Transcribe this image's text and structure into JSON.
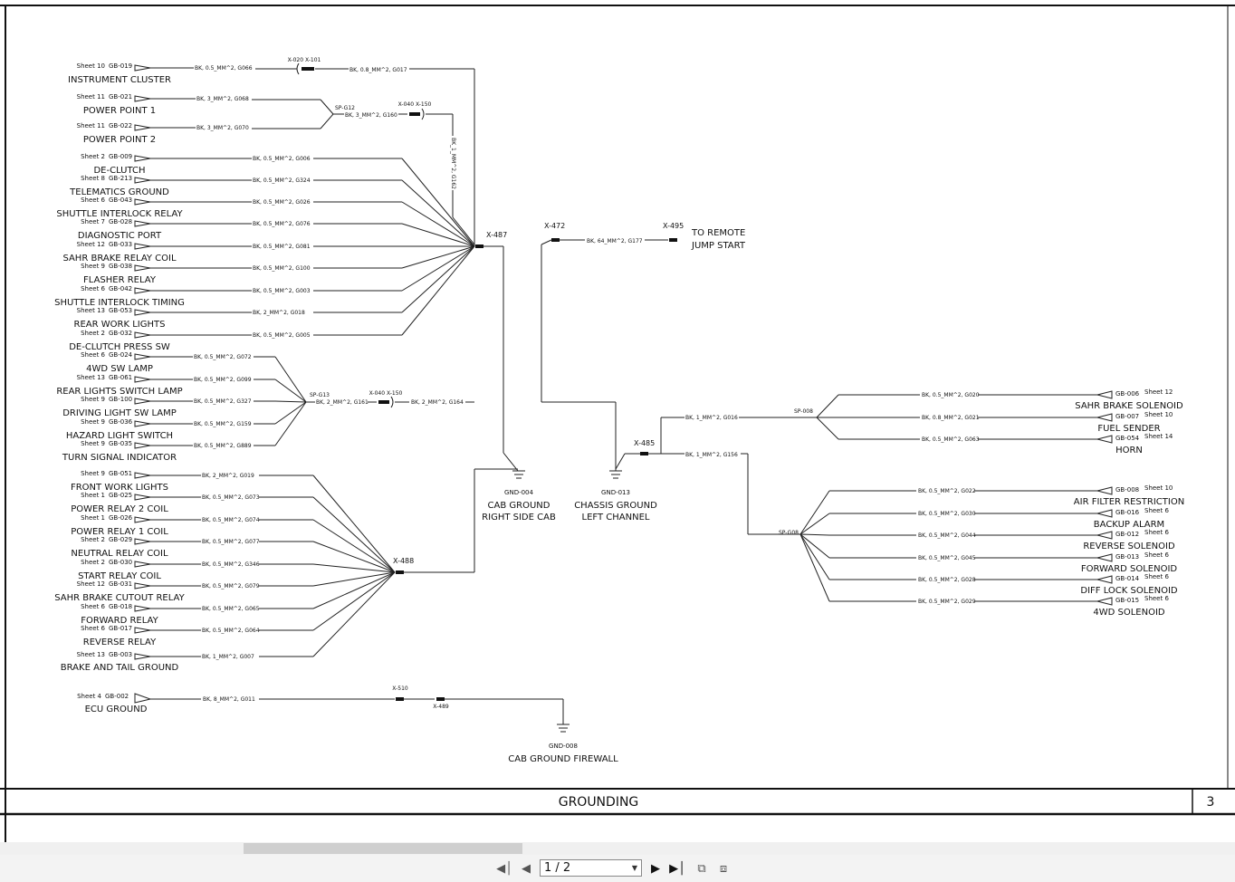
{
  "title_block": {
    "title": "GROUNDING",
    "page_number": "3"
  },
  "left_upper_labels": [
    {
      "sheet": "Sheet 10",
      "gb": "GB-019",
      "name": "INSTRUMENT CLUSTER",
      "wire": "BK, 0.5_MM^2, G066"
    },
    {
      "sheet": "Sheet 11",
      "gb": "GB-021",
      "name": "POWER POINT 1",
      "wire": "BK, 3_MM^2, G068"
    },
    {
      "sheet": "Sheet 11",
      "gb": "GB-022",
      "name": "POWER POINT 2",
      "wire": "BK, 3_MM^2, G070"
    },
    {
      "sheet": "Sheet 2",
      "gb": "GB-009",
      "name": "DE-CLUTCH",
      "wire": "BK, 0.5_MM^2, G006"
    },
    {
      "sheet": "Sheet 8",
      "gb": "GB-213",
      "name": "TELEMATICS GROUND",
      "wire": "BK, 0.5_MM^2, G324"
    },
    {
      "sheet": "Sheet 6",
      "gb": "GB-043",
      "name": "SHUTTLE INTERLOCK RELAY",
      "wire": "BK, 0.5_MM^2, G026"
    },
    {
      "sheet": "Sheet 7",
      "gb": "GB-028",
      "name": "DIAGNOSTIC PORT",
      "wire": "BK, 0.5_MM^2, G076"
    },
    {
      "sheet": "Sheet 12",
      "gb": "GB-033",
      "name": "SAHR BRAKE RELAY COIL",
      "wire": "BK, 0.5_MM^2, G081"
    },
    {
      "sheet": "Sheet 9",
      "gb": "GB-038",
      "name": "FLASHER RELAY",
      "wire": "BK, 0.5_MM^2, G100"
    },
    {
      "sheet": "Sheet 6",
      "gb": "GB-042",
      "name": "SHUTTLE INTERLOCK TIMING",
      "wire": "BK, 0.5_MM^2, G003"
    },
    {
      "sheet": "Sheet 13",
      "gb": "GB-053",
      "name": "REAR WORK LIGHTS",
      "wire": "BK, 2_MM^2, G018"
    },
    {
      "sheet": "Sheet 2",
      "gb": "GB-032",
      "name": "DE-CLUTCH PRESS SW",
      "wire": "BK, 0.5_MM^2, G005"
    },
    {
      "sheet": "Sheet 6",
      "gb": "GB-024",
      "name": "4WD SW LAMP",
      "wire": "BK, 0.5_MM^2, G072"
    },
    {
      "sheet": "Sheet 13",
      "gb": "GB-061",
      "name": "REAR LIGHTS SWITCH LAMP",
      "wire": "BK, 0.5_MM^2, G099"
    },
    {
      "sheet": "Sheet 9",
      "gb": "GB-100",
      "name": "DRIVING LIGHT SW LAMP",
      "wire": "BK, 0.5_MM^2, G327"
    },
    {
      "sheet": "Sheet 9",
      "gb": "GB-036",
      "name": "HAZARD LIGHT SWITCH",
      "wire": "BK, 0.5_MM^2, G159"
    },
    {
      "sheet": "Sheet 9",
      "gb": "GB-035",
      "name": "TURN SIGNAL INDICATOR",
      "wire": "BK, 0.5_MM^2, G889"
    }
  ],
  "left_lower_labels": [
    {
      "sheet": "Sheet 9",
      "gb": "GB-051",
      "name": "FRONT WORK LIGHTS",
      "wire": "BK, 2_MM^2, G019"
    },
    {
      "sheet": "Sheet 1",
      "gb": "GB-025",
      "name": "POWER RELAY 2 COIL",
      "wire": "BK, 0.5_MM^2, G073"
    },
    {
      "sheet": "Sheet 1",
      "gb": "GB-026",
      "name": "POWER RELAY 1 COIL",
      "wire": "BK, 0.5_MM^2, G074"
    },
    {
      "sheet": "Sheet 2",
      "gb": "GB-029",
      "name": "NEUTRAL RELAY COIL",
      "wire": "BK, 0.5_MM^2, G077"
    },
    {
      "sheet": "Sheet 2",
      "gb": "GB-030",
      "name": "START RELAY COIL",
      "wire": "BK, 0.5_MM^2, G346"
    },
    {
      "sheet": "Sheet 12",
      "gb": "GB-031",
      "name": "SAHR BRAKE CUTOUT RELAY",
      "wire": "BK, 0.5_MM^2, G079"
    },
    {
      "sheet": "Sheet 6",
      "gb": "GB-018",
      "name": "FORWARD RELAY",
      "wire": "BK, 0.5_MM^2, G065"
    },
    {
      "sheet": "Sheet 6",
      "gb": "GB-017",
      "name": "REVERSE RELAY",
      "wire": "BK, 0.5_MM^2, G064"
    },
    {
      "sheet": "Sheet 13",
      "gb": "GB-003",
      "name": "BRAKE AND TAIL GROUND",
      "wire": "BK, 1_MM^2, G007"
    }
  ],
  "ecu": {
    "sheet": "Sheet 4",
    "gb": "GB-002",
    "name": "ECU GROUND",
    "wire": "BK, 8_MM^2, G011"
  },
  "right_upper_labels": [
    {
      "sheet": "Sheet 12",
      "gb": "GB-006",
      "name": "SAHR BRAKE SOLENOID",
      "wire": "BK, 0.5_MM^2, G020"
    },
    {
      "sheet": "Sheet 10",
      "gb": "GB-007",
      "name": "FUEL SENDER",
      "wire": "BK, 0.8_MM^2, G021"
    },
    {
      "sheet": "Sheet 14",
      "gb": "GB-054",
      "name": "HORN",
      "wire": "BK, 0.5_MM^2, G063"
    }
  ],
  "right_lower_labels": [
    {
      "sheet": "Sheet 10",
      "gb": "GB-008",
      "name": "AIR FILTER RESTRICTION",
      "wire": "BK, 0.5_MM^2, G022"
    },
    {
      "sheet": "Sheet 6",
      "gb": "GB-016",
      "name": "BACKUP ALARM",
      "wire": "BK, 0.5_MM^2, G030"
    },
    {
      "sheet": "Sheet 6",
      "gb": "GB-012",
      "name": "REVERSE SOLENOID",
      "wire": "BK, 0.5_MM^2, G044"
    },
    {
      "sheet": "Sheet 6",
      "gb": "GB-013",
      "name": "FORWARD SOLENOID",
      "wire": "BK, 0.5_MM^2, G045"
    },
    {
      "sheet": "Sheet 6",
      "gb": "GB-014",
      "name": "DIFF LOCK SOLENOID",
      "wire": "BK, 0.5_MM^2, G028"
    },
    {
      "sheet": "Sheet 6",
      "gb": "GB-015",
      "name": "4WD SOLENOID",
      "wire": "BK, 0.5_MM^2, G029"
    }
  ],
  "connectors": {
    "x020_x101": "X-020 X-101",
    "wire_g017": "BK, 0.8_MM^2, G017",
    "sp_g12": "SP-G12",
    "x040_x150_top": "X-040 X-150",
    "wire_g160": "BK, 3_MM^2, G160",
    "wire_g162": "BK_1_MM^2, G162",
    "x487": "X-487",
    "sp_g13": "SP-G13",
    "wire_g161": "BK, 2_MM^2, G161",
    "x040_x150_mid": "X-040 X-150",
    "wire_g164": "BK, 2_MM^2, G164",
    "x488": "X-488",
    "x472": "X-472",
    "x495": "X-495",
    "wire_g177": "BK, 64_MM^2, G177",
    "remote_jump_1": "TO REMOTE",
    "remote_jump_2": "JUMP START",
    "x485": "X-485",
    "wire_g016": "BK, 1_MM^2, G016",
    "wire_g156": "BK, 1_MM^2, G156",
    "sp_008": "SP-008",
    "sp_g08": "SP-G08",
    "x510": "X-510",
    "x489": "X-489"
  },
  "grounds": {
    "gnd004_id": "GND-004",
    "gnd004_l1": "CAB GROUND",
    "gnd004_l2": "RIGHT SIDE CAB",
    "gnd013_id": "GND-013",
    "gnd013_l1": "CHASSIS GROUND",
    "gnd013_l2": "LEFT CHANNEL",
    "gnd008_id": "GND-008",
    "gnd008_l1": "CAB GROUND FIREWALL"
  },
  "viewer": {
    "page_indicator": "1 / 2",
    "first_icon": "first-page-icon",
    "prev_icon": "prev-page-icon",
    "next_icon": "next-page-icon",
    "last_icon": "last-page-icon"
  }
}
